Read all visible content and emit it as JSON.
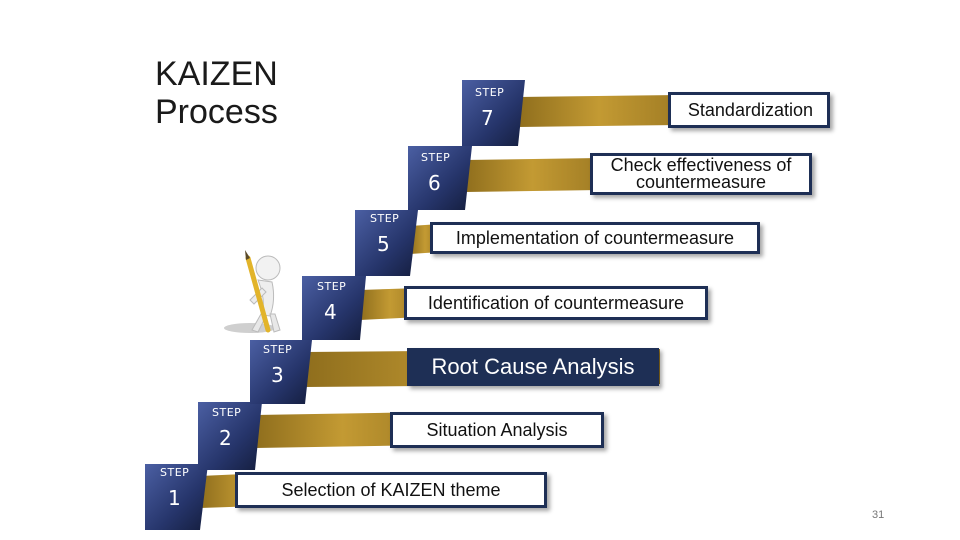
{
  "title": {
    "line1": "KAIZEN",
    "line2": "Process"
  },
  "step_tag": "STEP",
  "steps": [
    {
      "number": "1",
      "label": "Selection of KAIZEN theme"
    },
    {
      "number": "2",
      "label": "Situation Analysis"
    },
    {
      "number": "3",
      "label": "Root Cause Analysis",
      "highlighted": true
    },
    {
      "number": "4",
      "label": "Identification of countermeasure"
    },
    {
      "number": "5",
      "label": "Implementation of countermeasure"
    },
    {
      "number": "6",
      "label_line1": "Check effectiveness of",
      "label_line2": "countermeasure"
    },
    {
      "number": "7",
      "label": "Standardization"
    }
  ],
  "page_number": "31",
  "colors": {
    "dark_blue": "#1e2f55",
    "step_blue": "#26356b",
    "gold": "#b8922e"
  }
}
